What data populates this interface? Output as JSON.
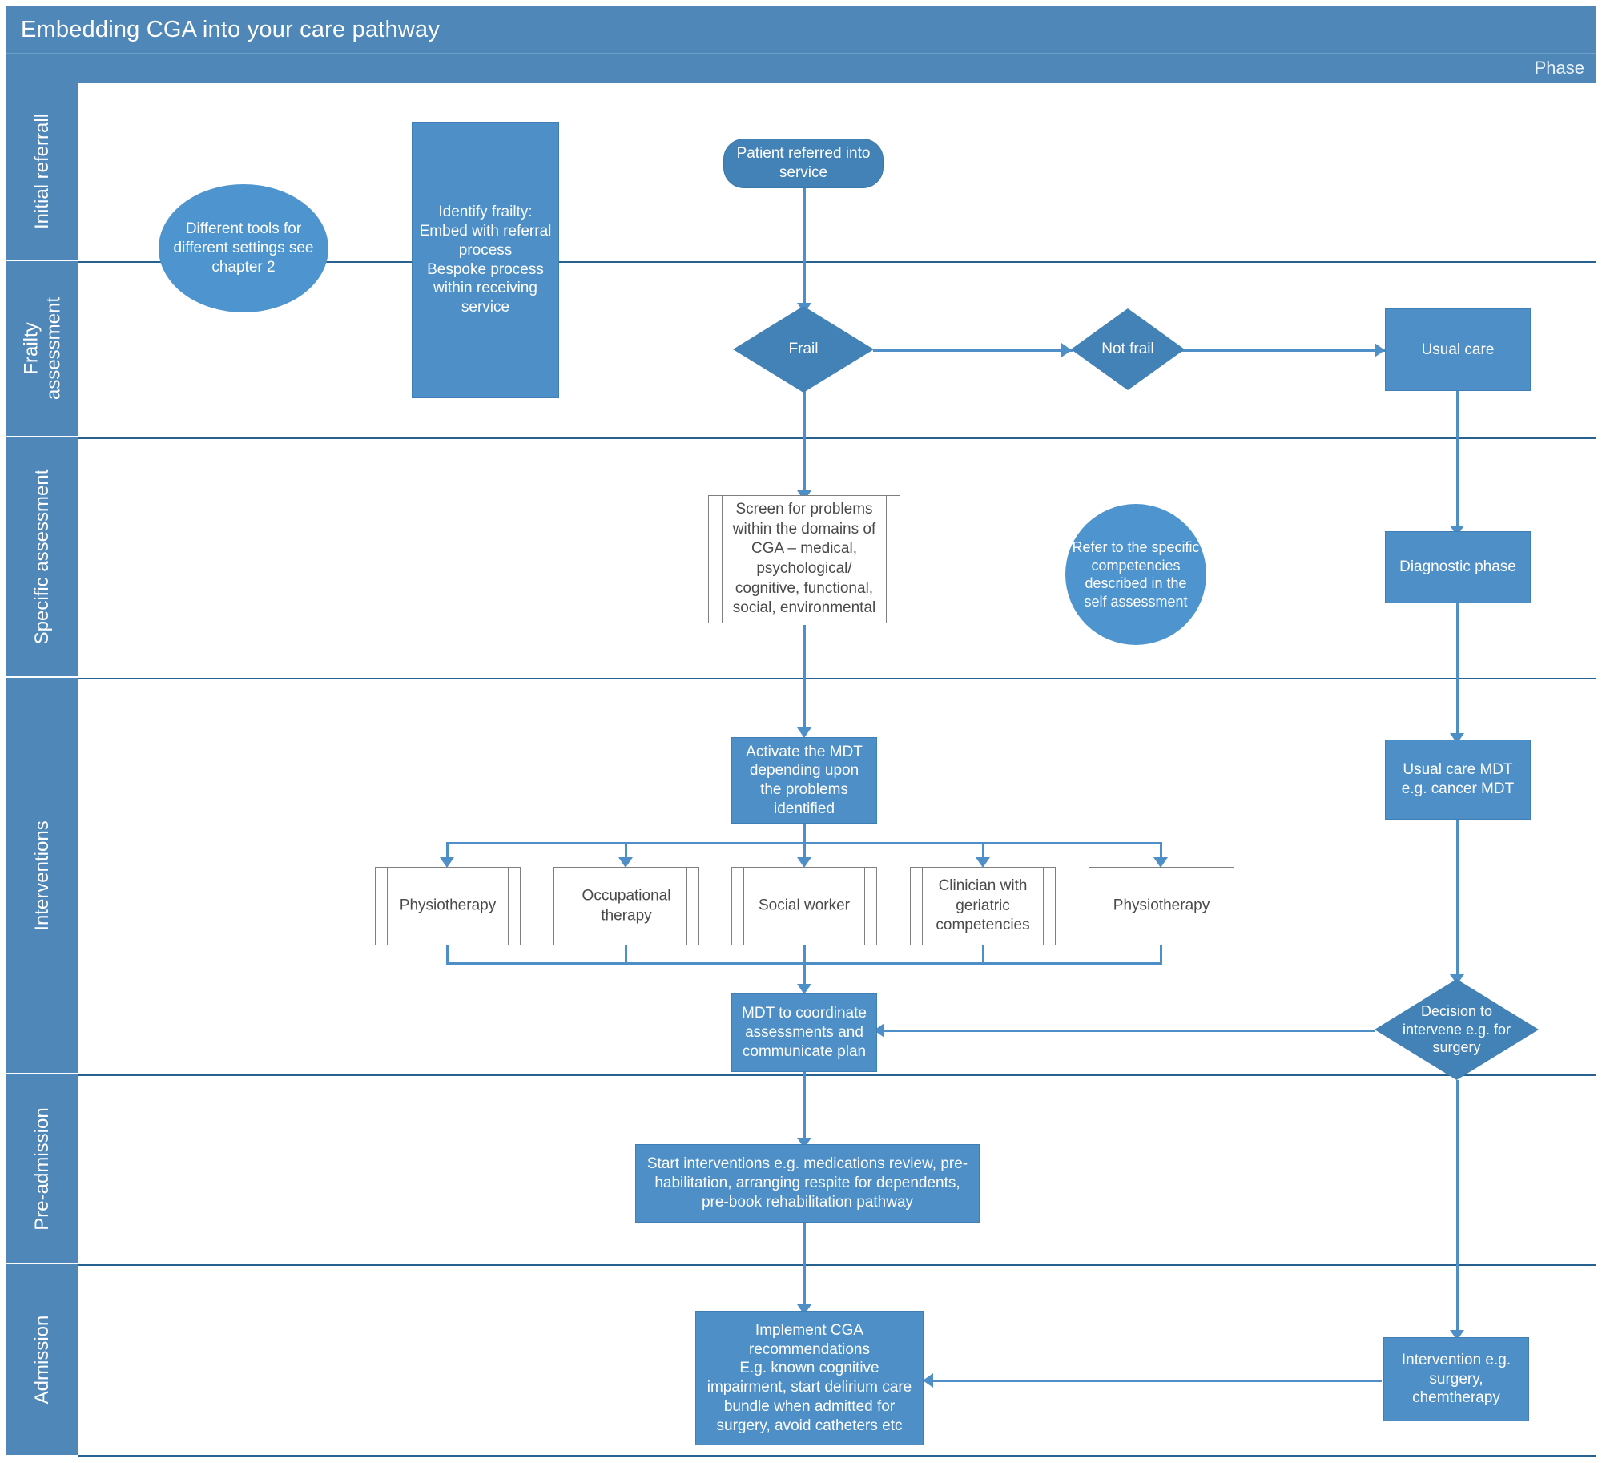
{
  "header": {
    "title": "Embedding CGA into your care pathway",
    "phase_label": "Phase"
  },
  "colors": {
    "header_blue": "#4E87B8",
    "node_blue": "#4E8FC7",
    "diamond_blue": "#4282B6",
    "circle_blue": "#4E95D0",
    "connector_blue": "#4E8FC7",
    "predef_border": "#7f7f7f",
    "predef_text": "#4a4a4a",
    "lane_divider": "#27618f"
  },
  "lanes": [
    {
      "id": "initial-referral",
      "label": "Initial referrall"
    },
    {
      "id": "frailty-assessment",
      "label": "Frailty\nassessment"
    },
    {
      "id": "specific-assessment",
      "label": "Specific assessment"
    },
    {
      "id": "interventions",
      "label": "Interventions"
    },
    {
      "id": "pre-admission",
      "label": "Pre-admission"
    },
    {
      "id": "admission",
      "label": "Admission"
    }
  ],
  "nodes": {
    "different_tools": "Different tools for different settings see chapter 2",
    "identify_frailty": "Identify frailty:\nEmbed with referral process\nBespoke process within receiving service",
    "patient_referred": "Patient referred into service",
    "frail": "Frail",
    "not_frail": "Not frail",
    "usual_care": "Usual care",
    "screen_for_problems": "Screen for problems within the domains of CGA – medical, psychological/ cognitive, functional, social, environmental",
    "refer_competencies": "Refer to the specific competencies described in the self assessment",
    "diagnostic_phase": "Diagnostic phase",
    "activate_mdt": "Activate the MDT depending upon the problems identified",
    "usual_care_mdt": "Usual care MDT e.g. cancer MDT",
    "physiotherapy_1": "Physiotherapy",
    "occupational_therapy": "Occupational therapy",
    "social_worker": "Social worker",
    "clinician_geriatric": "Clinician with geriatric competencies",
    "physiotherapy_2": "Physiotherapy",
    "mdt_coordinate": "MDT to coordinate assessments and communicate plan",
    "decision_to_intervene": "Decision to intervene e.g. for surgery",
    "start_interventions": "Start interventions e.g. medications review, pre-habilitation, arranging respite for dependents, pre-book rehabilitation pathway",
    "implement_cga": "Implement CGA recommendations\nE.g. known cognitive impairment, start delirium care bundle when admitted for surgery, avoid catheters etc",
    "intervention_surgery": "Intervention e.g. surgery, chemtherapy"
  }
}
